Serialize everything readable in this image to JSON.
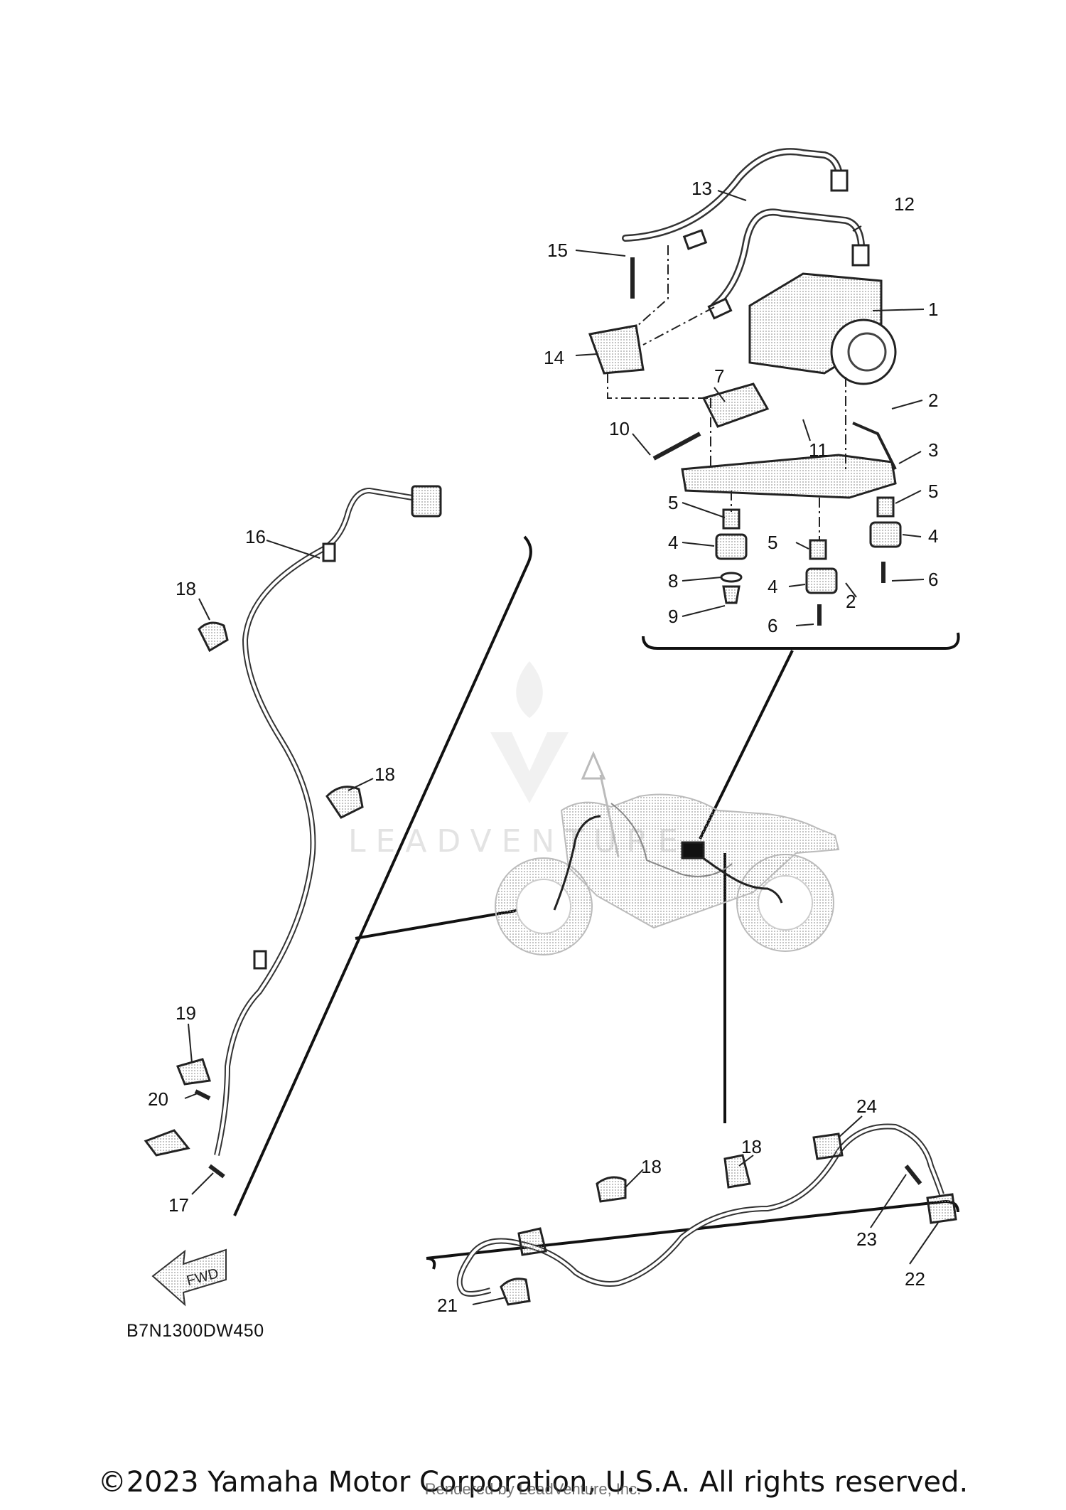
{
  "diagram": {
    "code": "B7N1300DW450",
    "fwd_label": "FWD",
    "watermark": "LEADVENTURE",
    "callouts": {
      "c1": "1",
      "c2a": "2",
      "c2b": "2",
      "c3": "3",
      "c4a": "4",
      "c4b": "4",
      "c4c": "4",
      "c5a": "5",
      "c5b": "5",
      "c5c": "5",
      "c6a": "6",
      "c6b": "6",
      "c7": "7",
      "c8": "8",
      "c9": "9",
      "c10": "10",
      "c11": "11",
      "c12": "12",
      "c13": "13",
      "c14": "14",
      "c15": "15",
      "c16": "16",
      "c17": "17",
      "c18a": "18",
      "c18b": "18",
      "c18c": "18",
      "c18d": "18",
      "c19": "19",
      "c20": "20",
      "c21": "21",
      "c22": "22",
      "c23": "23",
      "c24": "24"
    }
  },
  "footer": {
    "copyright": "©2023 Yamaha Motor Corporation, U.S.A. All rights reserved.",
    "rendered_by": "Rendered by LeadVenture, Inc."
  }
}
